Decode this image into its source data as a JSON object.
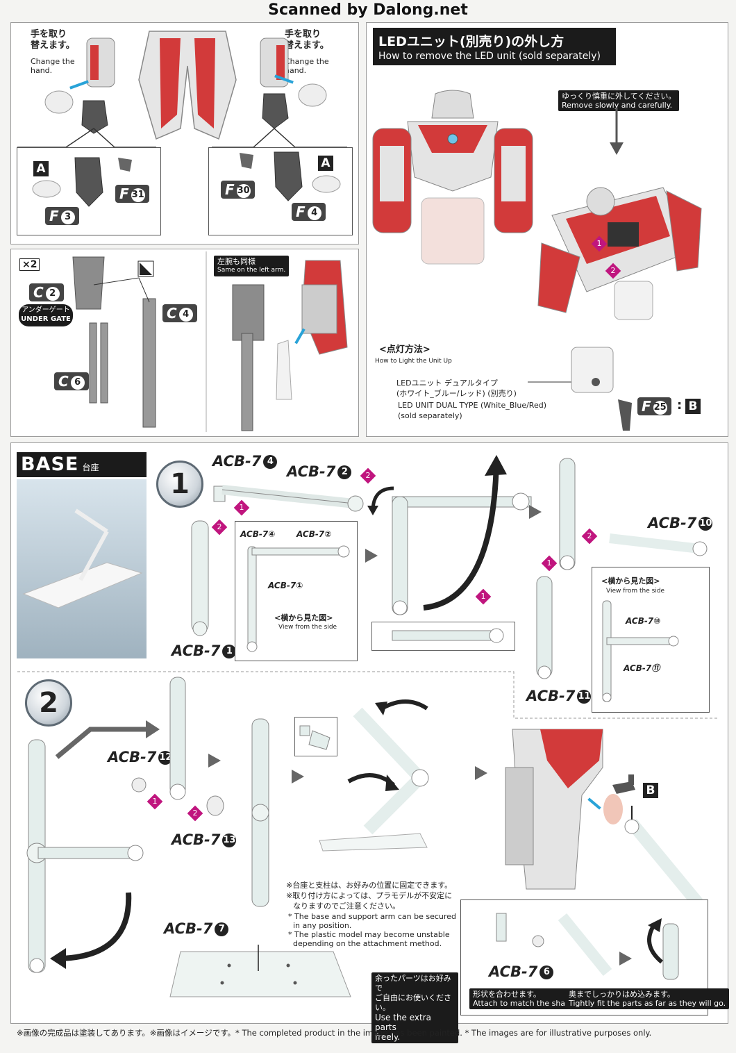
{
  "watermark": "Scanned by Dalong.net",
  "hands": {
    "left_jp": "手を取り\n替えます。",
    "left_en": "Change the\nhand.",
    "right_jp": "手を取り\n替えます。",
    "right_en": "Change the\nhand.",
    "box_a_left": "A",
    "box_a_right": "A",
    "part_f3": "F",
    "part_f3_num": "3",
    "part_f31": "F",
    "part_f31_num": "31",
    "part_f30": "F",
    "part_f30_num": "30",
    "part_f4": "F",
    "part_f4_num": "4"
  },
  "led_remove": {
    "title_jp": "LEDユニット(別売り)の外し方",
    "title_en": "How to remove the LED unit (sold separately)",
    "note_jp": "ゆっくり慎重に外してください。",
    "note_en": "Remove slowly and carefully.",
    "step1": "1",
    "step2": "2",
    "light_title_jp": "<点灯方法>",
    "light_title_en": "How to Light the Unit Up",
    "unit_jp_1": "LEDユニット デュアルタイプ",
    "unit_jp_2": "(ホワイト_ブルー/レッド) (別売り)",
    "unit_en_1": "LED UNIT DUAL TYPE (White_Blue/Red)",
    "unit_en_2": "(sold separately)",
    "part_f25": "F",
    "part_f25_num": "25",
    "box_b": "B"
  },
  "under_gate": {
    "x2": "×2",
    "c2": "C",
    "c2_num": "2",
    "under_gate_jp": "アンダーゲート",
    "under_gate_en": "UNDER GATE",
    "c4": "C",
    "c4_num": "4",
    "c6": "C",
    "c6_num": "6",
    "left_arm_jp": "左腕も同様",
    "left_arm_en": "Same on the left arm."
  },
  "base": {
    "title": "BASE",
    "title_jp": "台座",
    "step1": "1",
    "step2": "2",
    "acb7_4": "ACB-7",
    "acb7_4_num": "4",
    "acb7_2": "ACB-7",
    "acb7_2_num": "2",
    "acb7_1": "ACB-7",
    "acb7_1_num": "1",
    "acb7_10": "ACB-7",
    "acb7_10_num": "10",
    "acb7_11": "ACB-7",
    "acb7_11_num": "11",
    "acb7_12": "ACB-7",
    "acb7_12_num": "12",
    "acb7_13": "ACB-7",
    "acb7_13_num": "13",
    "acb7_7": "ACB-7",
    "acb7_7_num": "7",
    "acb7_6": "ACB-7",
    "acb7_6_num": "6",
    "side_view_jp": "<横から見た図>",
    "side_view_en": "View from the side",
    "side_view2_jp": "<横から見た図>",
    "side_view2_en": "View from the side",
    "inset_acb4": "ACB-7④",
    "inset_acb2": "ACB-7②",
    "inset_acb1": "ACB-7①",
    "inset_acb10": "ACB-7⑩",
    "inset_acb11": "ACB-7⑪",
    "box_b": "B",
    "note_jp_1": "※台座と支柱は、お好みの位置に固定できます。",
    "note_jp_2": "※取り付け方によっては、プラモデルが不安定に",
    "note_jp_3": "なりますのでご注意ください。",
    "note_en_1": "* The base and support arm can be secured",
    "note_en_2": "in any position.",
    "note_en_3": "* The plastic model may become unstable",
    "note_en_4": "depending on the attachment method.",
    "extra_jp_1": "余ったパーツはお好みで",
    "extra_jp_2": "ご自由にお使いください。",
    "extra_en_1": "Use the extra parts",
    "extra_en_2": "freely.",
    "shape_jp": "形状を合わせます。",
    "shape_en": "Attach to match the shape.",
    "fit_jp": "奥までしっかりはめ込みます。",
    "fit_en": "Tightly fit the parts as far as they will go."
  },
  "footer": "※画像の完成品は塗装してあります。※画像はイメージです。* The completed product in the image has been painted.  * The images are for illustrative purposes only.",
  "colors": {
    "magenta": "#c0157e",
    "blue_arrow": "#29a3d8",
    "suit_red": "#d23a3a"
  }
}
